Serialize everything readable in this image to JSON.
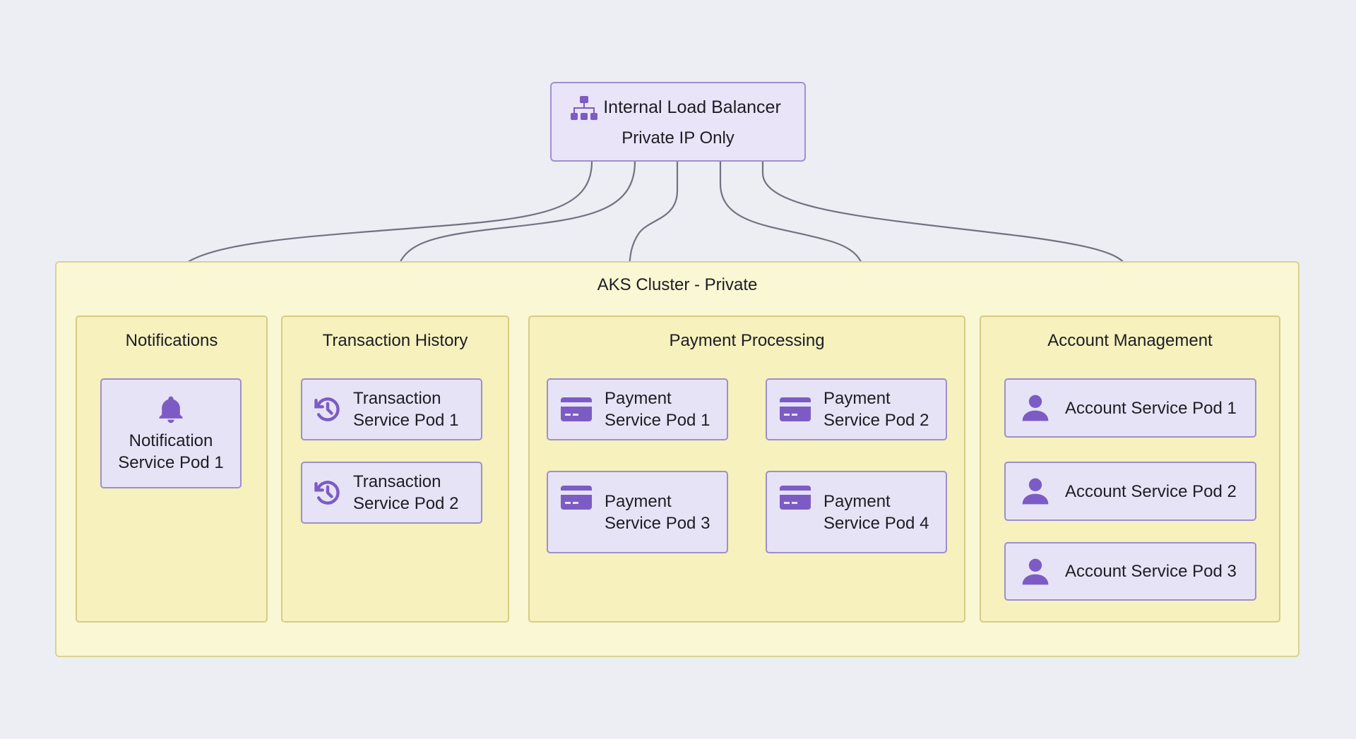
{
  "load_balancer": {
    "title": "Internal Load Balancer",
    "subtitle": "Private IP Only",
    "icon": "sitemap-icon"
  },
  "cluster": {
    "title": "AKS Cluster - Private"
  },
  "groups": {
    "notifications": {
      "title": "Notifications",
      "pods": [
        {
          "line1": "Notification",
          "line2": "Service Pod 1",
          "icon": "bell-icon"
        }
      ]
    },
    "transactions": {
      "title": "Transaction History",
      "pods": [
        {
          "line1": "Transaction",
          "line2": "Service Pod 1",
          "icon": "history-icon"
        },
        {
          "line1": "Transaction",
          "line2": "Service Pod 2",
          "icon": "history-icon"
        }
      ]
    },
    "payments": {
      "title": "Payment Processing",
      "pods": [
        {
          "line1": "Payment",
          "line2": "Service Pod 1",
          "icon": "credit-card-icon"
        },
        {
          "line1": "Payment",
          "line2": "Service Pod 2",
          "icon": "credit-card-icon"
        },
        {
          "line1": "Payment",
          "line2": "Service Pod 3",
          "icon": "credit-card-icon"
        },
        {
          "line1": "Payment",
          "line2": "Service Pod 4",
          "icon": "credit-card-icon"
        }
      ]
    },
    "accounts": {
      "title": "Account Management",
      "pods": [
        {
          "label": "Account Service Pod 1",
          "icon": "user-icon"
        },
        {
          "label": "Account Service Pod 2",
          "icon": "user-icon"
        },
        {
          "label": "Account Service Pod 3",
          "icon": "user-icon"
        }
      ]
    }
  },
  "colors": {
    "accent": "#7c5cc4",
    "edge": "#6f7382",
    "cluster_fill": "#faf7d4",
    "pod_fill": "#e6e3f6"
  }
}
